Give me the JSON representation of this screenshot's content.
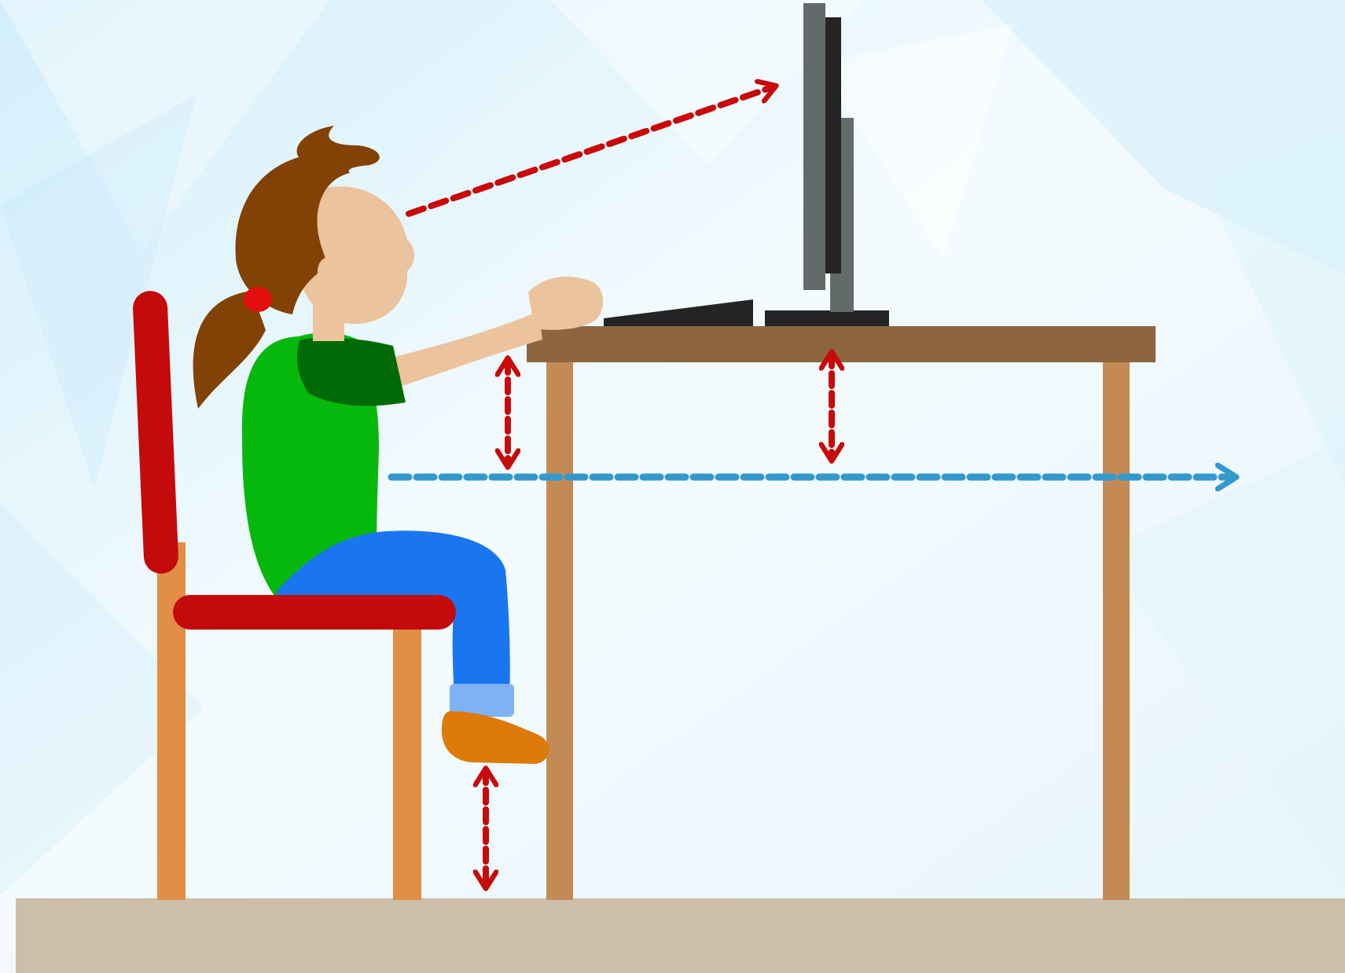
{
  "colors": {
    "background_light": "#f6fbfe",
    "background_blue": "#cfeefb",
    "floor": "#cbbfa9",
    "desk_top": "#8d6640",
    "desk_leg": "#c48a55",
    "chair_red": "#c40a0a",
    "chair_leg": "#e08f45",
    "monitor_dark": "#242424",
    "monitor_gray": "#636a6a",
    "shirt_green": "#07b80c",
    "sleeve_dark_green": "#006b06",
    "jeans_blue": "#1a76f0",
    "cuff_light_blue": "#7eb2f6",
    "shoe_orange": "#de7a0a",
    "skin": "#ebc39c",
    "hair_brown": "#824205",
    "hair_tie": "#e41010",
    "red_arrow": "#c80a0a",
    "blue_arrow": "#3399cc"
  },
  "elements": {
    "sight_line": "red-dashed-arrow-eye-to-monitor",
    "elbow_gap": "red-dashed-double-arrow",
    "desk_gap": "red-dashed-double-arrow",
    "feet_gap": "red-dashed-double-arrow",
    "elbow_level": "blue-dashed-horizontal-arrow"
  }
}
